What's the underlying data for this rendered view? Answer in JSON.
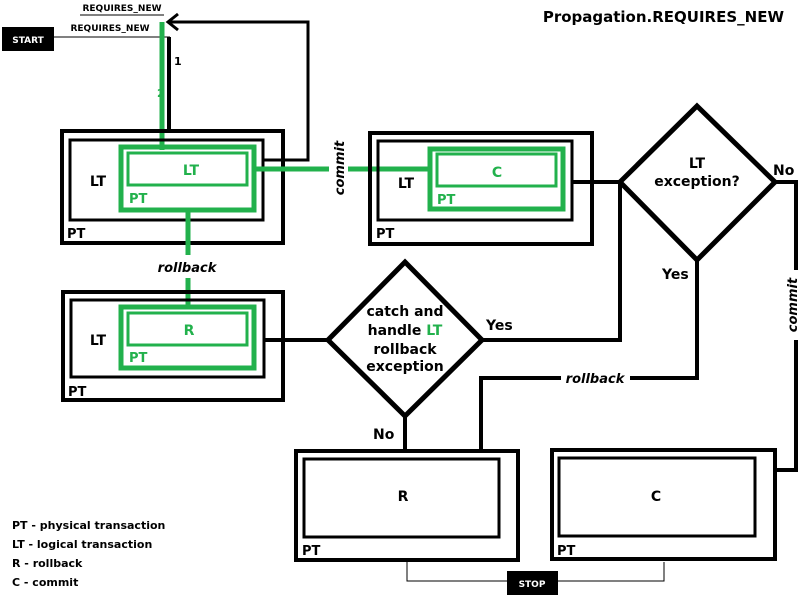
{
  "title": "Propagation.REQUIRES_NEW",
  "colors": {
    "green": "#22b14c",
    "black": "#000000"
  },
  "start_label": "START",
  "stop_label": "STOP",
  "requires_new_top": "REQUIRES_NEW",
  "requires_new_start": "REQUIRES_NEW",
  "step1": "1",
  "step2": "2",
  "box1": {
    "outer": "PT",
    "inner": "LT",
    "green_inner": "LT",
    "green_outer": "PT"
  },
  "box2": {
    "outer": "PT",
    "inner": "LT",
    "green_inner": "C",
    "green_outer": "PT"
  },
  "box3": {
    "outer": "PT",
    "inner": "LT",
    "green_inner": "R",
    "green_outer": "PT"
  },
  "box_r": {
    "outer": "PT",
    "inner": "R"
  },
  "box_c": {
    "outer": "PT",
    "inner": "C"
  },
  "edges": {
    "commit_top": "commit",
    "rollback_left": "rollback",
    "rollback_mid": "rollback",
    "commit_right": "commit"
  },
  "decision1": {
    "line1": "LT",
    "line2": "exception?",
    "yes": "Yes",
    "no": "No"
  },
  "decision2": {
    "line1": "catch and",
    "line2a": "handle ",
    "line2b": "LT",
    "line3": "rollback",
    "line4": "exception",
    "yes": "Yes",
    "no": "No"
  },
  "legend": [
    "PT - physical transaction",
    "LT - logical transaction",
    "R - rollback",
    "C - commit"
  ]
}
